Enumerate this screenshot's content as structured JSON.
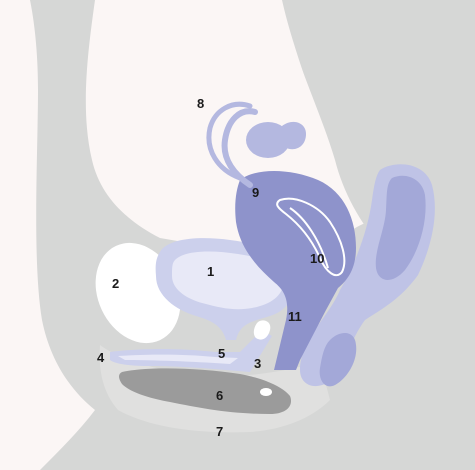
{
  "colors": {
    "background": "#fbf6f5",
    "body_gray": "#d6d7d6",
    "body_gray_light": "#e0e0df",
    "bladder": "#ccd0ec",
    "bladder_inner": "#e8e9f7",
    "uterus": "#8e93cb",
    "uterus_light": "#b4b8e0",
    "rectum": "#bfc3e6",
    "rectum_dark": "#a3a8d8",
    "perineum": "#9b9b9b",
    "bone": "#ffffff"
  },
  "labels": [
    {
      "id": "bladder",
      "text": "1"
    },
    {
      "id": "pubic-bone",
      "text": "2"
    },
    {
      "id": "vagina",
      "text": "3"
    },
    {
      "id": "clitoris",
      "text": "4"
    },
    {
      "id": "urethra",
      "text": "5"
    },
    {
      "id": "perineum",
      "text": "6"
    },
    {
      "id": "anus",
      "text": "7"
    },
    {
      "id": "ovary-fallopian-tube",
      "text": "8"
    },
    {
      "id": "uterus",
      "text": "9"
    },
    {
      "id": "uterine-cavity",
      "text": "10"
    },
    {
      "id": "cervix",
      "text": "11"
    }
  ]
}
